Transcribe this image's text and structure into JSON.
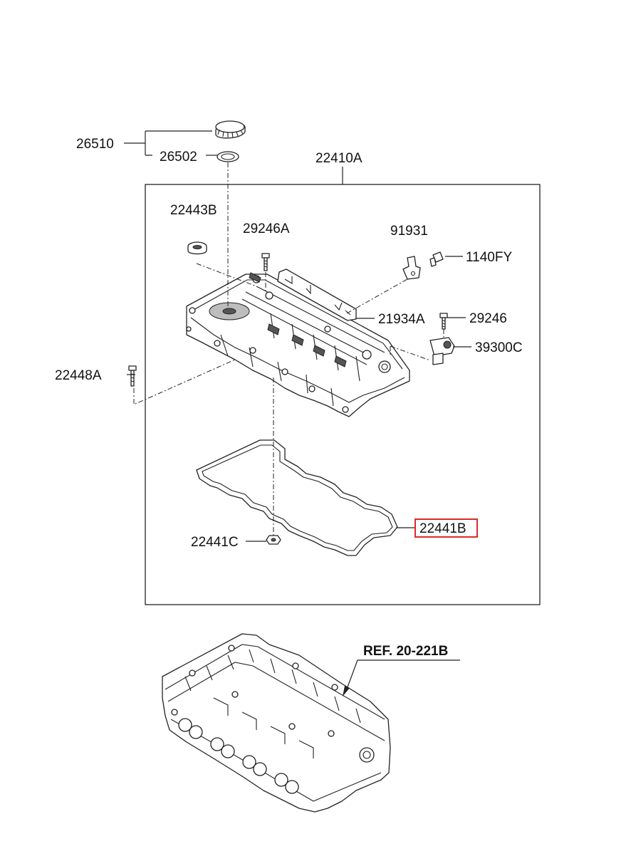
{
  "diagram": {
    "parts": {
      "p26510": "26510",
      "p26502": "26502",
      "p22410A": "22410A",
      "p22443B": "22443B",
      "p29246A": "29246A",
      "p91931": "91931",
      "p1140FY": "1140FY",
      "p21934A": "21934A",
      "p29246": "29246",
      "p39300C": "39300C",
      "p22448A": "22448A",
      "p22441B": "22441B",
      "p22441C": "22441C"
    },
    "reference": "REF. 20-221B",
    "highlight_color": "#d92b2b"
  }
}
